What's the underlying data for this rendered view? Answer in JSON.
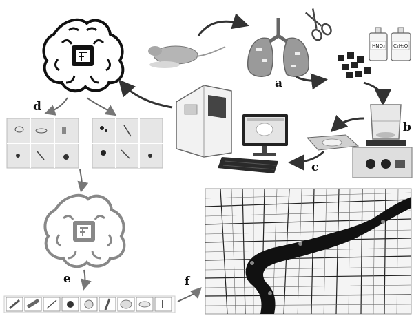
{
  "figure": {
    "step_labels": [
      "a",
      "b",
      "c",
      "d",
      "e",
      "f"
    ],
    "reagents": [
      "HNO₃",
      "C₂H₅O"
    ],
    "colors": {
      "ink": "#111111",
      "arrow": "#333333",
      "gray": "#8a8a8a",
      "light": "#d9d9d9",
      "river": "#111111"
    },
    "icons": [
      "brain-chip-icon",
      "mouse-icon",
      "lungs-icon",
      "scissors-icon",
      "tissue-pieces-icon",
      "reagent-bottle-icon",
      "hot-plate-stirrer-icon",
      "filter-membrane-icon",
      "microscope-scanner-icon",
      "computer-monitor-icon",
      "keyboard-icon",
      "particle-image-grid-icon",
      "particle-types-icon",
      "city-map-icon"
    ]
  }
}
